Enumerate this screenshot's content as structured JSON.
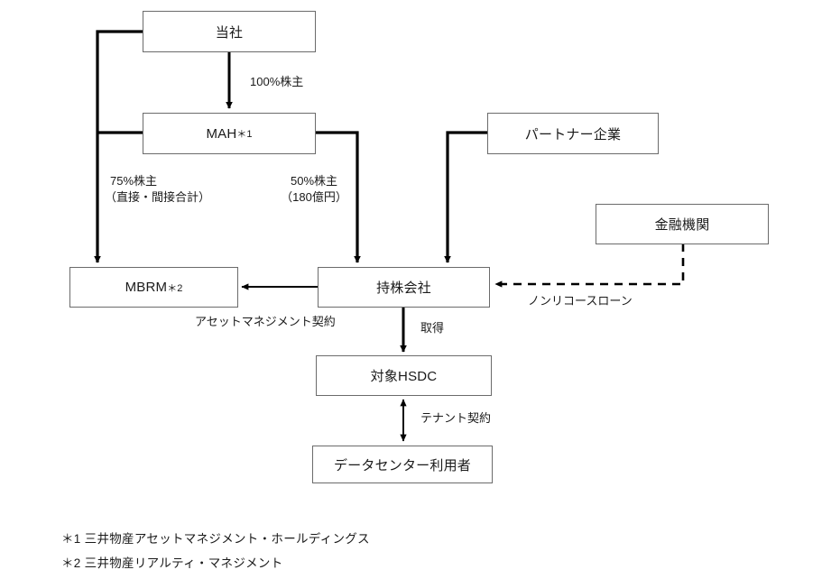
{
  "diagram": {
    "title": "HSDC取得スキーム図",
    "colors": {
      "background": "#ffffff",
      "box_border": "#6b6b6b",
      "line": "#000000",
      "text": "#1a1a1a"
    },
    "nodes": [
      {
        "id": "tousha",
        "label": "当社",
        "sup": ""
      },
      {
        "id": "mah",
        "label": "MAH",
        "sup": "＊1"
      },
      {
        "id": "partner",
        "label": "パートナー企業",
        "sup": ""
      },
      {
        "id": "bank",
        "label": "金融機関",
        "sup": ""
      },
      {
        "id": "mbrm",
        "label": "MBRM",
        "sup": "＊2"
      },
      {
        "id": "holdco",
        "label": "持株会社",
        "sup": ""
      },
      {
        "id": "hsdc",
        "label": "対象HSDC",
        "sup": ""
      },
      {
        "id": "tenant",
        "label": "データセンター利用者",
        "sup": ""
      }
    ],
    "edge_labels": [
      {
        "id": "e100",
        "text": "100%株主"
      },
      {
        "id": "e75_l1",
        "text": "75%株主"
      },
      {
        "id": "e75_l2",
        "text": "（直接・間接合計）"
      },
      {
        "id": "e50_l1",
        "text": "50%株主"
      },
      {
        "id": "e50_l2",
        "text": "（180億円）"
      },
      {
        "id": "e_am",
        "text": "アセットマネジメント契約"
      },
      {
        "id": "e_acq",
        "text": "取得"
      },
      {
        "id": "e_loan",
        "text": "ノンリコースローン"
      },
      {
        "id": "e_tenant",
        "text": "テナント契約"
      }
    ],
    "footnotes": [
      {
        "marker": "＊1",
        "text": "＊1 三井物産アセットマネジメント・ホールディングス"
      },
      {
        "marker": "＊2",
        "text": "＊2 三井物産リアルティ・マネジメント"
      }
    ]
  }
}
